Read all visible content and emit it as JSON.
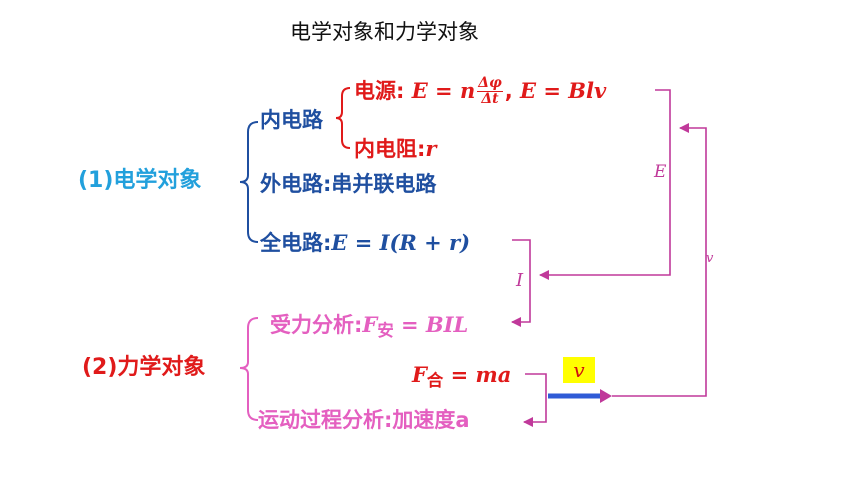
{
  "title": "电学对象和力学对象",
  "electrical": {
    "label": "(1)电学对象",
    "inner_circuit": "内电路",
    "source_label": "电源:",
    "source_eq1_lhs": "E = n",
    "frac_num": "Δφ",
    "frac_den": "Δt",
    "source_sep": ",",
    "source_eq2": "E = Blv",
    "inner_res_label": "内电阻:",
    "inner_res_sym": "r",
    "outer_circuit": "外电路:串并联电路",
    "full_circuit_label": "全电路:",
    "full_circuit_eq": "E = I(R + r)"
  },
  "mechanical": {
    "label": "(2)力学对象",
    "force_label": "受力分析:",
    "force_F": "F",
    "force_sub": "安",
    "force_rhs": " = BIL",
    "net_F": "F",
    "net_sub": "合",
    "net_rhs": " = ma",
    "motion": "运动过程分析:加速度a"
  },
  "arrows": {
    "E": "E",
    "I": "I",
    "v_line": "v",
    "v_box": "v"
  },
  "colors": {
    "cyan": "#22a0dc",
    "blue": "#1f4fa0",
    "red": "#e01a1a",
    "pink": "#e45fc0",
    "magenta": "#c0399a",
    "highlight": "#ffff00"
  }
}
